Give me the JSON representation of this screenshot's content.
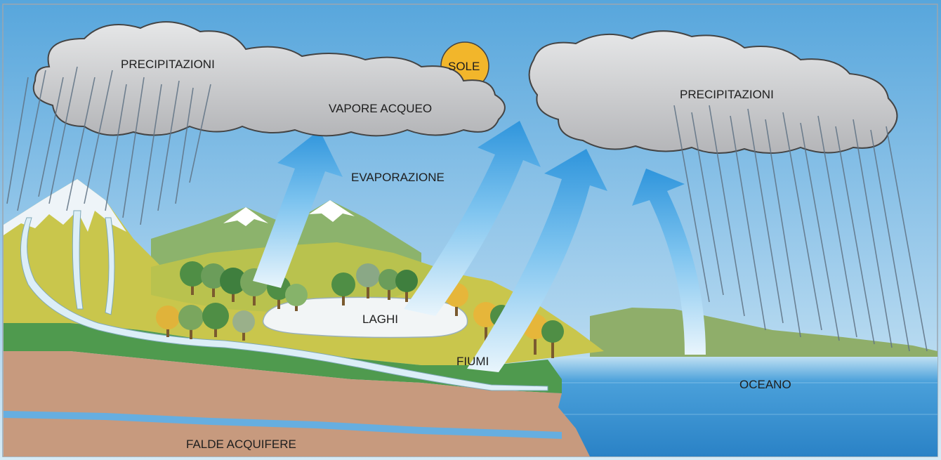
{
  "labels": {
    "precip_left": "PRECIPITAZIONI",
    "sun": "SOLE",
    "vapor": "VAPORE ACQUEO",
    "precip_right": "PRECIPITAZIONI",
    "evaporation": "EVAPORAZIONE",
    "lakes": "LAGHI",
    "rivers": "FIUMI",
    "ocean": "OCEANO",
    "aquifers": "FALDE ACQUIFERE"
  },
  "colors": {
    "sky_top": "#5aa8dd",
    "sky_bottom": "#cfe6f4",
    "cloud": "#c7c8ca",
    "cloud_outline": "#4a4a4a",
    "sun": "#f2b62b",
    "arrow": "#3b9fe0",
    "ocean": "#3c93d3",
    "grass": "#c9c54a",
    "hill_green": "#8fb35a",
    "dark_green": "#4f9a4e",
    "soil": "#c79a7e",
    "water_light": "#dceef7"
  }
}
